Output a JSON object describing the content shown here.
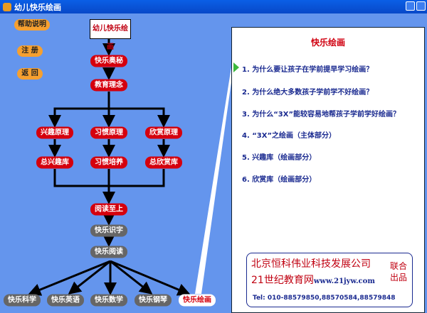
{
  "window": {
    "title": "幼儿快乐绘画"
  },
  "left_buttons": {
    "help": "帮助说明",
    "register": "注 册",
    "back": "返 回"
  },
  "flow": {
    "top": "幼儿快乐绘画",
    "secret": "快乐奥秘",
    "philosophy": "教育理念",
    "interest_principle": "兴趣原理",
    "habit_principle": "习惯原理",
    "appreciation_principle": "欣赏原理",
    "interest_library": "总兴趣库",
    "habit_training": "习惯培养",
    "appreciation_library": "总欣赏库",
    "reading_first": "阅读至上",
    "literacy": "快乐识字",
    "reading": "快乐阅读",
    "bottom": [
      "快乐科学",
      "快乐英语",
      "快乐数学",
      "快乐钢琴",
      "快乐绘画"
    ]
  },
  "panel": {
    "title": "快乐绘画",
    "items": [
      "1. 为什么要让孩子在学前提早学习绘画？",
      "2. 为什么绝大多数孩子学前学不好绘画？",
      "3. 为什么“3X”能较容易地帮孩子学前学好绘画？",
      "4. “3X”之绘画（主体部分）",
      "5.  兴趣库（绘画部分）",
      "6.  欣赏库（绘画部分）"
    ],
    "company": "北京恒科伟业科技发展公司",
    "site_name": "21世纪教育网",
    "url": "www.21jyw.com",
    "tel": "Tel: 010-88579850,88570584,88579848",
    "joint": "联合出品"
  }
}
